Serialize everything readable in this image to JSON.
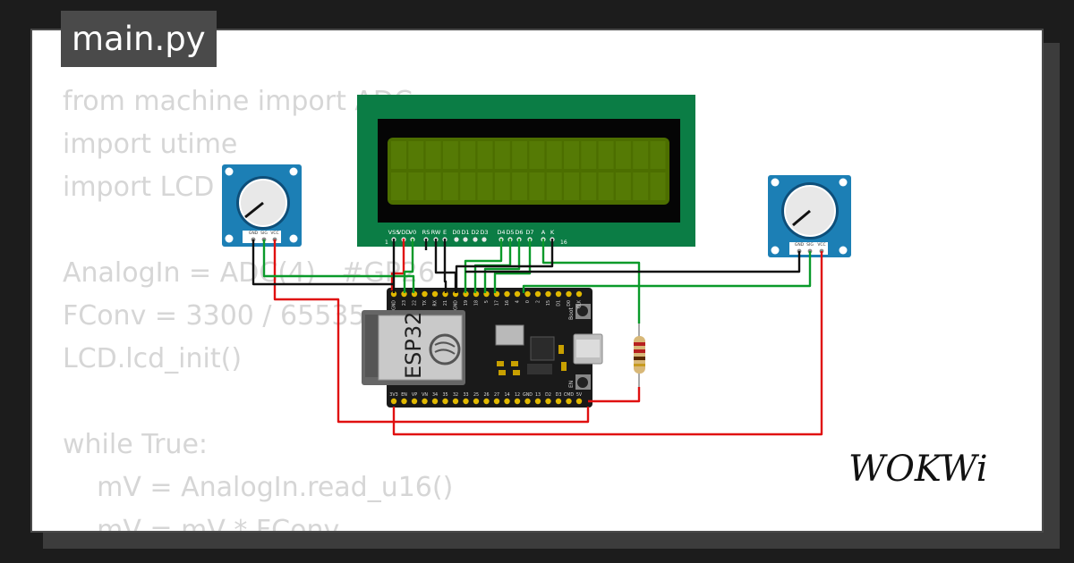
{
  "file_tab": {
    "title": "main.py"
  },
  "code": {
    "lines": [
      "from machine import ADC",
      "import utime",
      "import LCD",
      "",
      "AnalogIn = ADC(4)   #GP26",
      "FConv = 3300 / 65535",
      "LCD.lcd_init()",
      "",
      "while True:",
      "    mV = AnalogIn.read_u16()",
      "    mV = mV * FConv"
    ]
  },
  "lcd": {
    "pin_labels": [
      "VSS",
      "VDD",
      "V0",
      "RS",
      "RW",
      "E",
      "D0",
      "D1",
      "D2",
      "D3",
      "D4",
      "D5",
      "D6",
      "D7",
      "A",
      "K"
    ],
    "pin_first": "1",
    "pin_last": "16"
  },
  "potentiometer_left": {
    "pins": [
      "GND",
      "SIG",
      "VCC"
    ]
  },
  "potentiometer_right": {
    "pins": [
      "GND",
      "SIG",
      "VCC"
    ]
  },
  "esp32": {
    "chip_label": "ESP32",
    "top_pins": [
      "GND",
      "23",
      "22",
      "TX",
      "RX",
      "21",
      "GND",
      "19",
      "18",
      "5",
      "17",
      "16",
      "4",
      "0",
      "2",
      "15",
      "D1",
      "D0",
      "CLK"
    ],
    "bottom_pins": [
      "3V3",
      "EN",
      "VP",
      "VN",
      "34",
      "35",
      "32",
      "33",
      "25",
      "26",
      "27",
      "14",
      "12",
      "GND",
      "13",
      "D2",
      "D3",
      "CMD",
      "5V"
    ],
    "boot_label": "Boot",
    "en_label": "EN"
  },
  "brand": {
    "logo_text": "WOKWi"
  },
  "colors": {
    "tab_bg": "#4a4a4a",
    "code_text": "#d6d6d6",
    "lcd_board": "#0b7d45",
    "lcd_screen": "#4c6e00",
    "pot_blue": "#1c7fb5",
    "esp_board": "#1a1a1a",
    "wire_green": "#0a9a2a",
    "wire_red": "#e01010",
    "wire_black": "#111111"
  }
}
